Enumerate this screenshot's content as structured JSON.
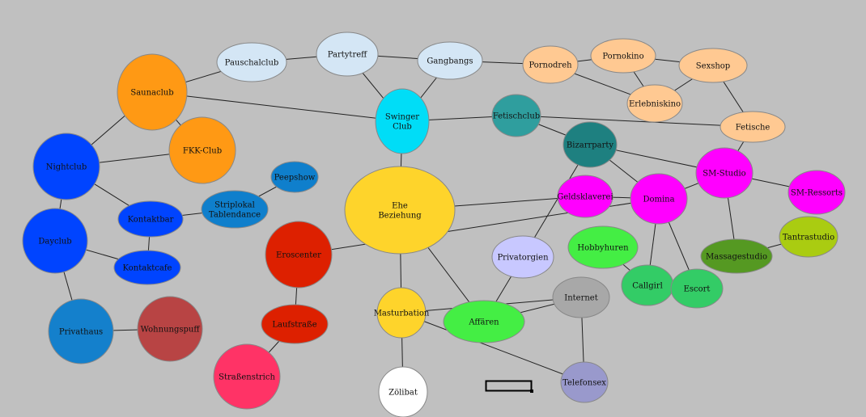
{
  "nodes": [
    {
      "id": "partytreff",
      "label": [
        "Partytreff"
      ],
      "color": "#d4e6f5"
    },
    {
      "id": "pauschalclub",
      "label": [
        "Pauschalclub"
      ],
      "color": "#d4e6f5"
    },
    {
      "id": "gangbangs",
      "label": [
        "Gangbangs"
      ],
      "color": "#d4e6f5"
    },
    {
      "id": "pornodreh",
      "label": [
        "Pornodreh"
      ],
      "color": "#ffc992"
    },
    {
      "id": "pornokino",
      "label": [
        "Pornokino"
      ],
      "color": "#ffc992"
    },
    {
      "id": "sexshop",
      "label": [
        "Sexshop"
      ],
      "color": "#ffc992"
    },
    {
      "id": "erlebniskino",
      "label": [
        "Erlebniskino"
      ],
      "color": "#ffc992"
    },
    {
      "id": "fetische",
      "label": [
        "Fetische"
      ],
      "color": "#ffc992"
    },
    {
      "id": "saunaclub",
      "label": [
        "Saunaclub"
      ],
      "color": "#ff9914"
    },
    {
      "id": "fkk-club",
      "label": [
        "FKK-Club"
      ],
      "color": "#ff9914"
    },
    {
      "id": "swinger-club",
      "label": [
        "Swinger",
        "Club"
      ],
      "color": "#00ddf7"
    },
    {
      "id": "fetischclub",
      "label": [
        "Fetischclub"
      ],
      "color": "#2f9e9e"
    },
    {
      "id": "bizarrparty",
      "label": [
        "Bizarrparty"
      ],
      "color": "#1e8080"
    },
    {
      "id": "nightclub",
      "label": [
        "Nightclub"
      ],
      "color": "#0044ff"
    },
    {
      "id": "peepshow",
      "label": [
        "Peepshow"
      ],
      "color": "#0f7fcc"
    },
    {
      "id": "striplokal",
      "label": [
        "Striplokal",
        "Tablendance"
      ],
      "color": "#0f7fcc"
    },
    {
      "id": "kontaktbar",
      "label": [
        "Kontaktbar"
      ],
      "color": "#0044ff"
    },
    {
      "id": "kontaktcafe",
      "label": [
        "Kontaktcafe"
      ],
      "color": "#0044ff"
    },
    {
      "id": "dayclub",
      "label": [
        "Dayclub"
      ],
      "color": "#0044ff"
    },
    {
      "id": "ehe-beziehung",
      "label": [
        "Ehe",
        "Beziehung"
      ],
      "color": "#fed42b"
    },
    {
      "id": "geldsklaverei",
      "label": [
        "Geldsklaverei"
      ],
      "color": "#ff00ff"
    },
    {
      "id": "domina",
      "label": [
        "Domina"
      ],
      "color": "#ff00ff"
    },
    {
      "id": "sm-studio",
      "label": [
        "SM-Studio"
      ],
      "color": "#ff00ff"
    },
    {
      "id": "sm-ressorts",
      "label": [
        "SM-Ressorts"
      ],
      "color": "#ff00ff"
    },
    {
      "id": "eroscenter",
      "label": [
        "Eroscenter"
      ],
      "color": "#dd2000"
    },
    {
      "id": "laufstrasse",
      "label": [
        "Laufstraße"
      ],
      "color": "#dd2000"
    },
    {
      "id": "strassenstrich",
      "label": [
        "Straßenstrich"
      ],
      "color": "#ff3366"
    },
    {
      "id": "privatorgien",
      "label": [
        "Privatorgien"
      ],
      "color": "#c8c8ff"
    },
    {
      "id": "hobbyhuren",
      "label": [
        "Hobbyhuren"
      ],
      "color": "#44ee44"
    },
    {
      "id": "callgirl",
      "label": [
        "Callgirl"
      ],
      "color": "#33cc66"
    },
    {
      "id": "escort",
      "label": [
        "Escort"
      ],
      "color": "#33cc66"
    },
    {
      "id": "massagestudio",
      "label": [
        "Massagestudio"
      ],
      "color": "#559922"
    },
    {
      "id": "tantrastudio",
      "label": [
        "Tantrastudio"
      ],
      "color": "#aacc11"
    },
    {
      "id": "masturbation",
      "label": [
        "Masturbation"
      ],
      "color": "#fed42b"
    },
    {
      "id": "affaeren",
      "label": [
        "Affären"
      ],
      "color": "#44ee44"
    },
    {
      "id": "internet",
      "label": [
        "Internet"
      ],
      "color": "#a8a8a8"
    },
    {
      "id": "telefonsex",
      "label": [
        "Telefonsex"
      ],
      "color": "#9999cc"
    },
    {
      "id": "zoelibat",
      "label": [
        "Zölibat"
      ],
      "color": "#ffffff"
    },
    {
      "id": "privathaus",
      "label": [
        "Privathaus"
      ],
      "color": "#1480cc"
    },
    {
      "id": "wohnungspuff",
      "label": [
        "Wohnungspuff"
      ],
      "color": "#b84444"
    }
  ],
  "edges": [
    [
      "pauschalclub",
      "partytreff"
    ],
    [
      "partytreff",
      "gangbangs"
    ],
    [
      "partytreff",
      "swinger-club"
    ],
    [
      "gangbangs",
      "swinger-club"
    ],
    [
      "gangbangs",
      "pornodreh"
    ],
    [
      "pornodreh",
      "pornokino"
    ],
    [
      "pornokino",
      "sexshop"
    ],
    [
      "pornokino",
      "erlebniskino"
    ],
    [
      "pornodreh",
      "erlebniskino"
    ],
    [
      "sexshop",
      "erlebniskino"
    ],
    [
      "sexshop",
      "fetische"
    ],
    [
      "fetischclub",
      "fetische"
    ],
    [
      "fetische",
      "sm-studio"
    ],
    [
      "saunaclub",
      "pauschalclub"
    ],
    [
      "saunaclub",
      "swinger-club"
    ],
    [
      "saunaclub",
      "fkk-club"
    ],
    [
      "saunaclub",
      "nightclub"
    ],
    [
      "nightclub",
      "fkk-club"
    ],
    [
      "nightclub",
      "kontaktbar"
    ],
    [
      "nightclub",
      "dayclub"
    ],
    [
      "kontaktbar",
      "striplokal"
    ],
    [
      "striplokal",
      "peepshow"
    ],
    [
      "kontaktbar",
      "kontaktcafe"
    ],
    [
      "dayclub",
      "kontaktcafe"
    ],
    [
      "dayclub",
      "privathaus"
    ],
    [
      "privathaus",
      "wohnungspuff"
    ],
    [
      "swinger-club",
      "fetischclub"
    ],
    [
      "swinger-club",
      "ehe-beziehung"
    ],
    [
      "fetischclub",
      "bizarrparty"
    ],
    [
      "bizarrparty",
      "domina"
    ],
    [
      "bizarrparty",
      "sm-studio"
    ],
    [
      "bizarrparty",
      "privatorgien"
    ],
    [
      "sm-studio",
      "domina"
    ],
    [
      "sm-studio",
      "sm-ressorts"
    ],
    [
      "sm-studio",
      "massagestudio"
    ],
    [
      "massagestudio",
      "tantrastudio"
    ],
    [
      "ehe-beziehung",
      "geldsklaverei"
    ],
    [
      "ehe-beziehung",
      "masturbation"
    ],
    [
      "ehe-beziehung",
      "affaeren"
    ],
    [
      "geldsklaverei",
      "domina"
    ],
    [
      "domina",
      "eroscenter"
    ],
    [
      "domina",
      "callgirl"
    ],
    [
      "domina",
      "escort"
    ],
    [
      "eroscenter",
      "laufstrasse"
    ],
    [
      "laufstrasse",
      "strassenstrich"
    ],
    [
      "privatorgien",
      "affaeren"
    ],
    [
      "hobbyhuren",
      "callgirl"
    ],
    [
      "masturbation",
      "internet"
    ],
    [
      "masturbation",
      "zoelibat"
    ],
    [
      "masturbation",
      "telefonsex"
    ],
    [
      "affaeren",
      "internet"
    ],
    [
      "internet",
      "telefonsex"
    ]
  ]
}
